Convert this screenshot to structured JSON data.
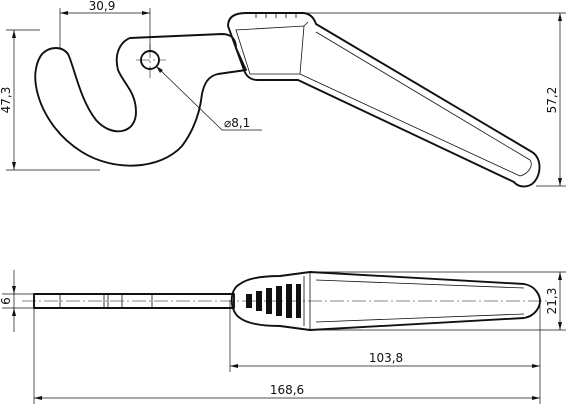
{
  "dimensions": {
    "hook_offset": "30,9",
    "hook_height": "47,3",
    "hole_diameter": "⌀8,1",
    "handle_height": "57,2",
    "thickness": "6",
    "handle_thickness": "21,3",
    "handle_length": "103,8",
    "overall_length": "168,6"
  }
}
